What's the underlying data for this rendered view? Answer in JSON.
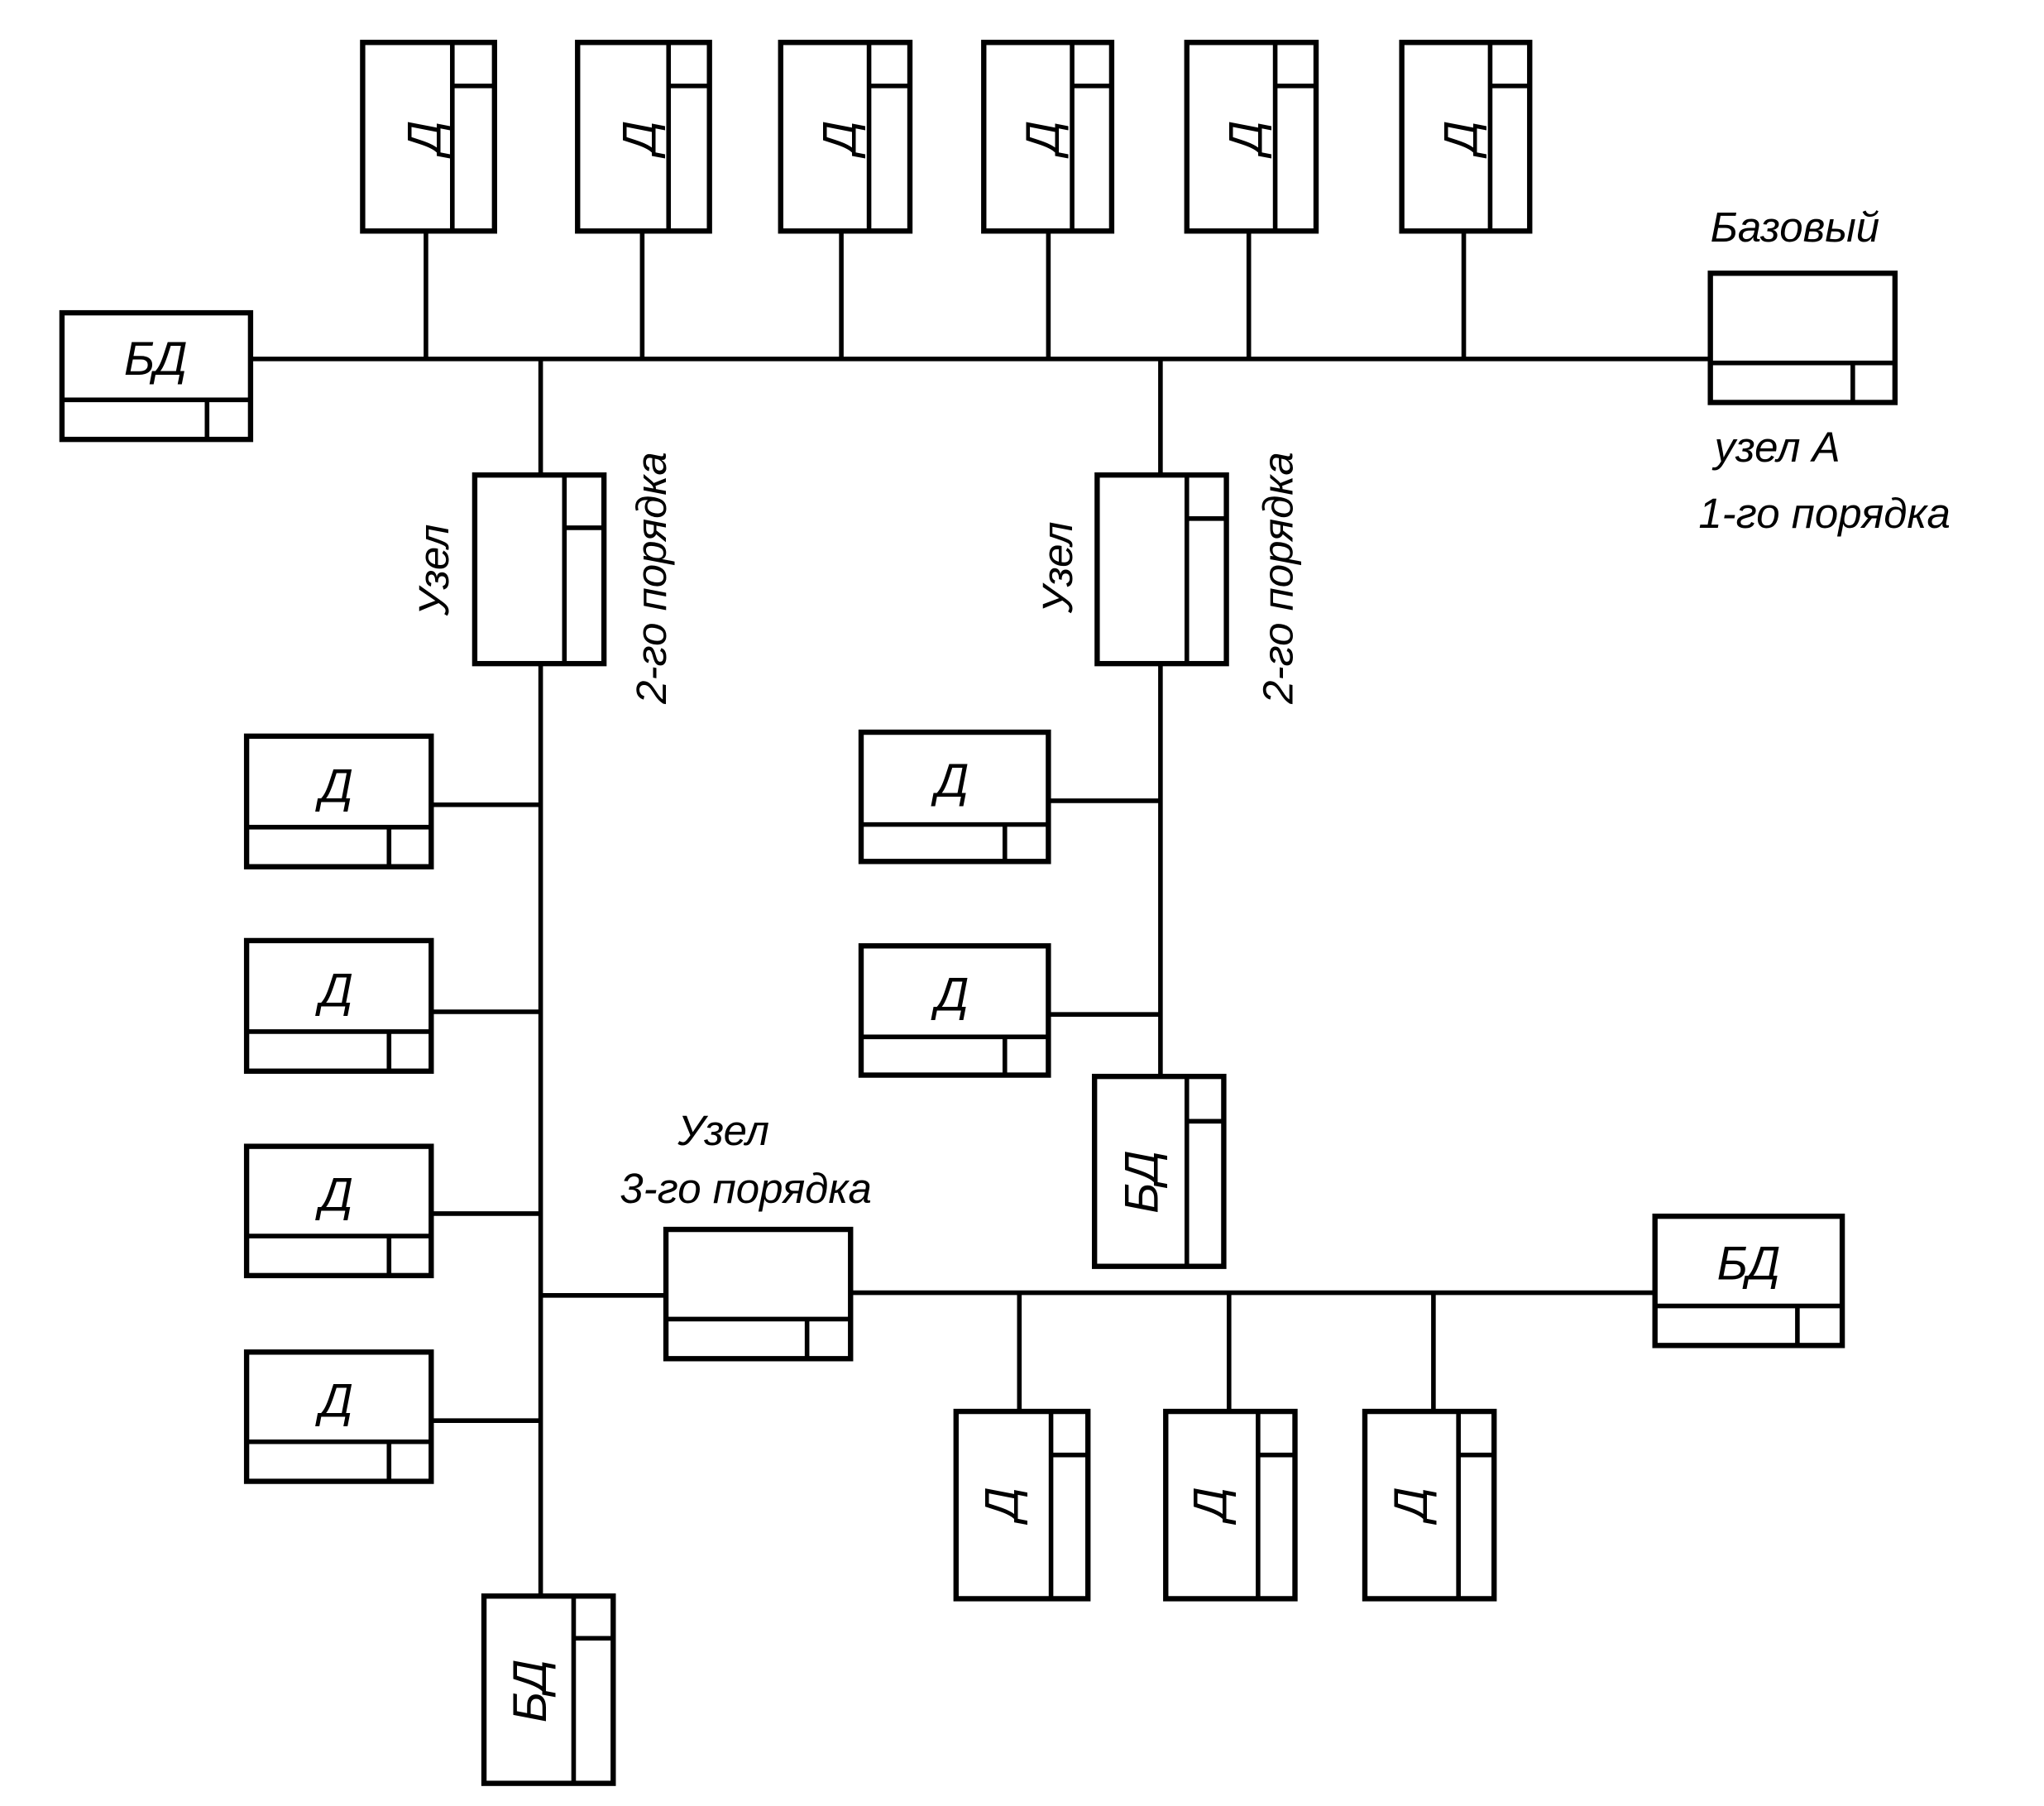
{
  "diagram": {
    "type": "hierarchical network topology",
    "colors": {
      "line": "#000000",
      "background": "#ffffff"
    },
    "labels": {
      "device": "Д",
      "database": "БД",
      "base_caption": "Базовый",
      "node_a_line1": "узел А",
      "node_a_line2": "1-го порядка",
      "node2_word": "Узел",
      "node2_order": "2-го порядка",
      "node3_line1": "Узел",
      "node3_line2": "3-го порядка"
    },
    "nodes": [
      {
        "id": "base-node-a",
        "kind": "node",
        "order": 1,
        "caption": "Базовый узел А 1-го порядка"
      },
      {
        "id": "node-2-left",
        "kind": "node",
        "order": 2,
        "caption": "Узел 2-го порядка"
      },
      {
        "id": "node-2-right",
        "kind": "node",
        "order": 2,
        "caption": "Узел 2-го порядка"
      },
      {
        "id": "node-3",
        "kind": "node",
        "order": 3,
        "caption": "Узел 3-го порядка"
      }
    ],
    "groups": {
      "level1_bus": {
        "database": "БД",
        "devices": [
          "Д",
          "Д",
          "Д",
          "Д",
          "Д",
          "Д"
        ]
      },
      "left_branch": {
        "devices": [
          "Д",
          "Д",
          "Д",
          "Д"
        ],
        "database": "БД"
      },
      "right_branch": {
        "devices": [
          "Д",
          "Д"
        ],
        "database": "БД"
      },
      "level3_bus": {
        "devices": [
          "Д",
          "Д",
          "Д"
        ],
        "database": "БД"
      }
    }
  }
}
